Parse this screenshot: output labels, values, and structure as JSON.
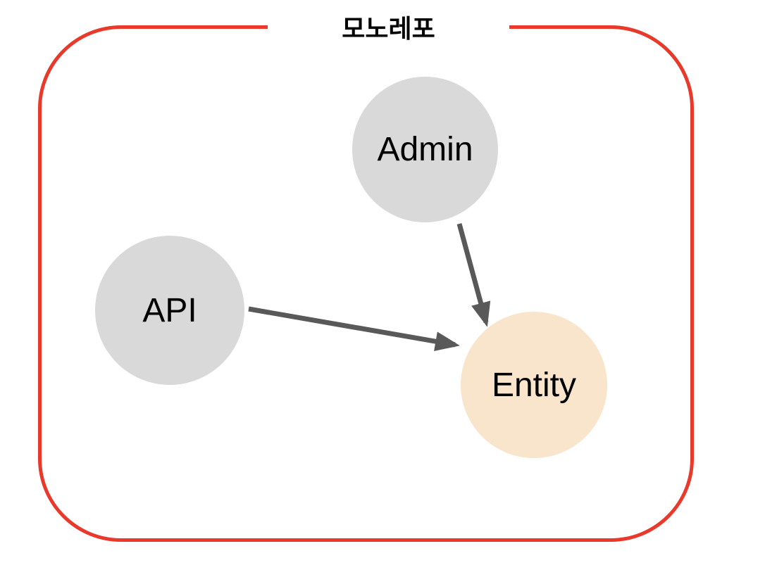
{
  "diagram": {
    "title": "모노레포",
    "nodes": [
      {
        "id": "admin",
        "label": "Admin",
        "shape": "circle",
        "fill": "#d9d9d9"
      },
      {
        "id": "api",
        "label": "API",
        "shape": "circle",
        "fill": "#d9d9d9"
      },
      {
        "id": "entity",
        "label": "Entity",
        "shape": "circle",
        "fill": "#f9e4cc"
      }
    ],
    "edges": [
      {
        "from": "admin",
        "to": "entity"
      },
      {
        "from": "api",
        "to": "entity"
      }
    ],
    "colors": {
      "boundary_stroke": "#e8392a",
      "node_fill_gray": "#d9d9d9",
      "node_fill_peach": "#f9e4cc",
      "edge_stroke": "#595959",
      "label_text": "#000000",
      "background": "#ffffff"
    }
  }
}
